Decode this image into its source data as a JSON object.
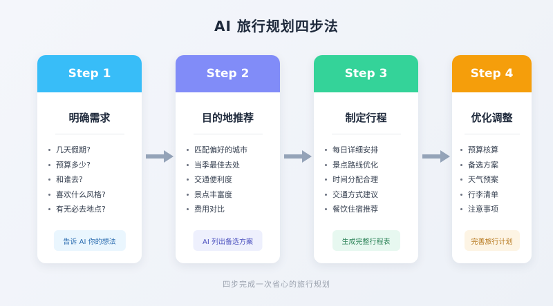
{
  "title": "AI 旅行规划四步法",
  "steps": [
    {
      "label": "Step 1",
      "name": "明确需求",
      "items": [
        "几天假期?",
        "预算多少?",
        "和谁去?",
        "喜欢什么风格?",
        "有无必去地点?"
      ],
      "tag": "告诉 AI 你的想法",
      "color": "#38bdf8",
      "tag_bg": "#eaf6fe",
      "tag_color": "#2b6cb0"
    },
    {
      "label": "Step 2",
      "name": "目的地推荐",
      "items": [
        "匹配偏好的城市",
        "当季最佳去处",
        "交通便利度",
        "景点丰富度",
        "费用对比"
      ],
      "tag": "AI 列出备选方案",
      "color": "#818cf8",
      "tag_bg": "#eef0fd",
      "tag_color": "#4c51bf"
    },
    {
      "label": "Step 3",
      "name": "制定行程",
      "items": [
        "每日详细安排",
        "景点路线优化",
        "时间分配合理",
        "交通方式建议",
        "餐饮住宿推荐"
      ],
      "tag": "生成完整行程表",
      "color": "#34d399",
      "tag_bg": "#e7f8f0",
      "tag_color": "#2f855a"
    },
    {
      "label": "Step 4",
      "name": "优化调整",
      "items": [
        "预算核算",
        "备选方案",
        "天气预案",
        "行李清单",
        "注意事项"
      ],
      "tag": "完善旅行计划",
      "color": "#f59e0b",
      "tag_bg": "#fdf4e4",
      "tag_color": "#b7791f"
    }
  ],
  "footer": "四步完成一次省心的旅行规划",
  "arrow_color": "#94a3b8"
}
